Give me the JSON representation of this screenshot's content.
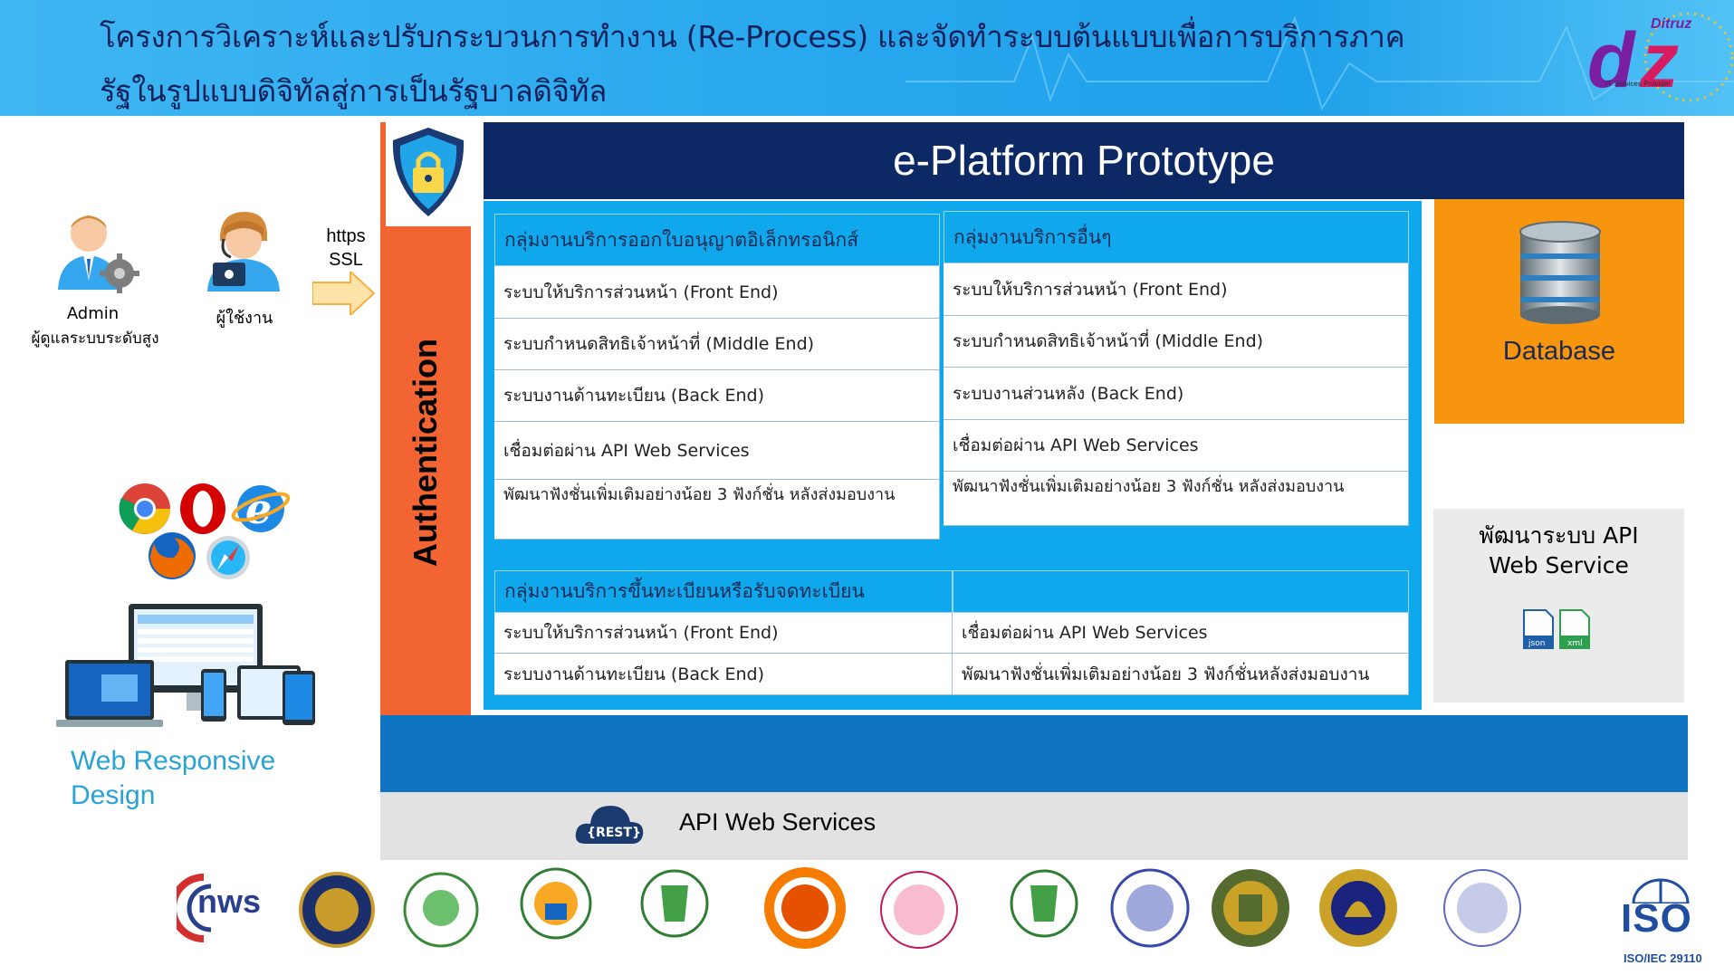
{
  "header": {
    "title_line1": "โครงการวิเคราะห์และปรับกระบวนการทำงาน (Re-Process) และจัดทำระบบต้นแบบเพื่อการบริการภาค",
    "title_line2": "รัฐในรูปแบบดิจิทัลสู่การเป็นรัฐบาลดิจิทัล",
    "logo_text": "Ditruz",
    "logo_sub": "IT Services Provider"
  },
  "users": {
    "admin_label_1": "Admin",
    "admin_label_2": "ผู้ดูแลระบบระดับสูง",
    "user_label": "ผู้ใช้งาน",
    "connection": "https",
    "connection_2": "SSL"
  },
  "web_responsive": {
    "line1": "Web Responsive",
    "line2": "Design"
  },
  "authentication": "Authentication",
  "platform": {
    "title": "e-Platform Prototype",
    "group1": {
      "title": "กลุ่มงานบริการออกใบอนุญาตอิเล็กทรอนิกส์",
      "rows": [
        "ระบบให้บริการส่วนหน้า (Front End)",
        "ระบบกำหนดสิทธิเจ้าหน้าที่ (Middle End)",
        "ระบบงานด้านทะเบียน (Back End)",
        "เชื่อมต่อผ่าน API Web Services",
        "พัฒนาฟังชั่นเพิ่มเติมอย่างน้อย 3 ฟังก์ชั่น หลังส่งมอบงาน"
      ]
    },
    "group2": {
      "title": "กลุ่มงานบริการอื่นๆ",
      "rows": [
        "ระบบให้บริการส่วนหน้า (Front End)",
        "ระบบกำหนดสิทธิเจ้าหน้าที่ (Middle End)",
        "ระบบงานส่วนหลัง (Back End)",
        "เชื่อมต่อผ่าน API Web Services",
        "พัฒนาฟังชั่นเพิ่มเติมอย่างน้อย 3 ฟังก์ชั่น หลังส่งมอบงาน"
      ]
    },
    "group3": {
      "title": "กลุ่มงานบริการขึ้นทะเบียนหรือรับจดทะเบียน",
      "left_rows": [
        "ระบบให้บริการส่วนหน้า (Front End)",
        "ระบบงานด้านทะเบียน (Back End)"
      ],
      "right_rows": [
        "เชื่อมต่อผ่าน API Web Services",
        "พัฒนาฟังชั่นเพิ่มเติมอย่างน้อย 3 ฟังก์ชั่นหลังส่งมอบงาน"
      ]
    }
  },
  "database": "Database",
  "api_dev": {
    "line1": "พัฒนาระบบ API",
    "line2": "Web Service",
    "json_label": "json",
    "xml_label": "xml"
  },
  "api_services": {
    "rest_label": "{REST}",
    "label": "API Web Services"
  },
  "partners": {
    "nws": "nws",
    "iso": "ISO",
    "iso_sub": "ISO/IEC 29110"
  },
  "colors": {
    "header_bg": "#29a8ee",
    "navy": "#0c2966",
    "cyan": "#0fa8ec",
    "orange_auth": "#f26532",
    "orange_db": "#f7950f",
    "blue_strip": "#0f75c2",
    "gray_strip": "#e2e2e2"
  }
}
